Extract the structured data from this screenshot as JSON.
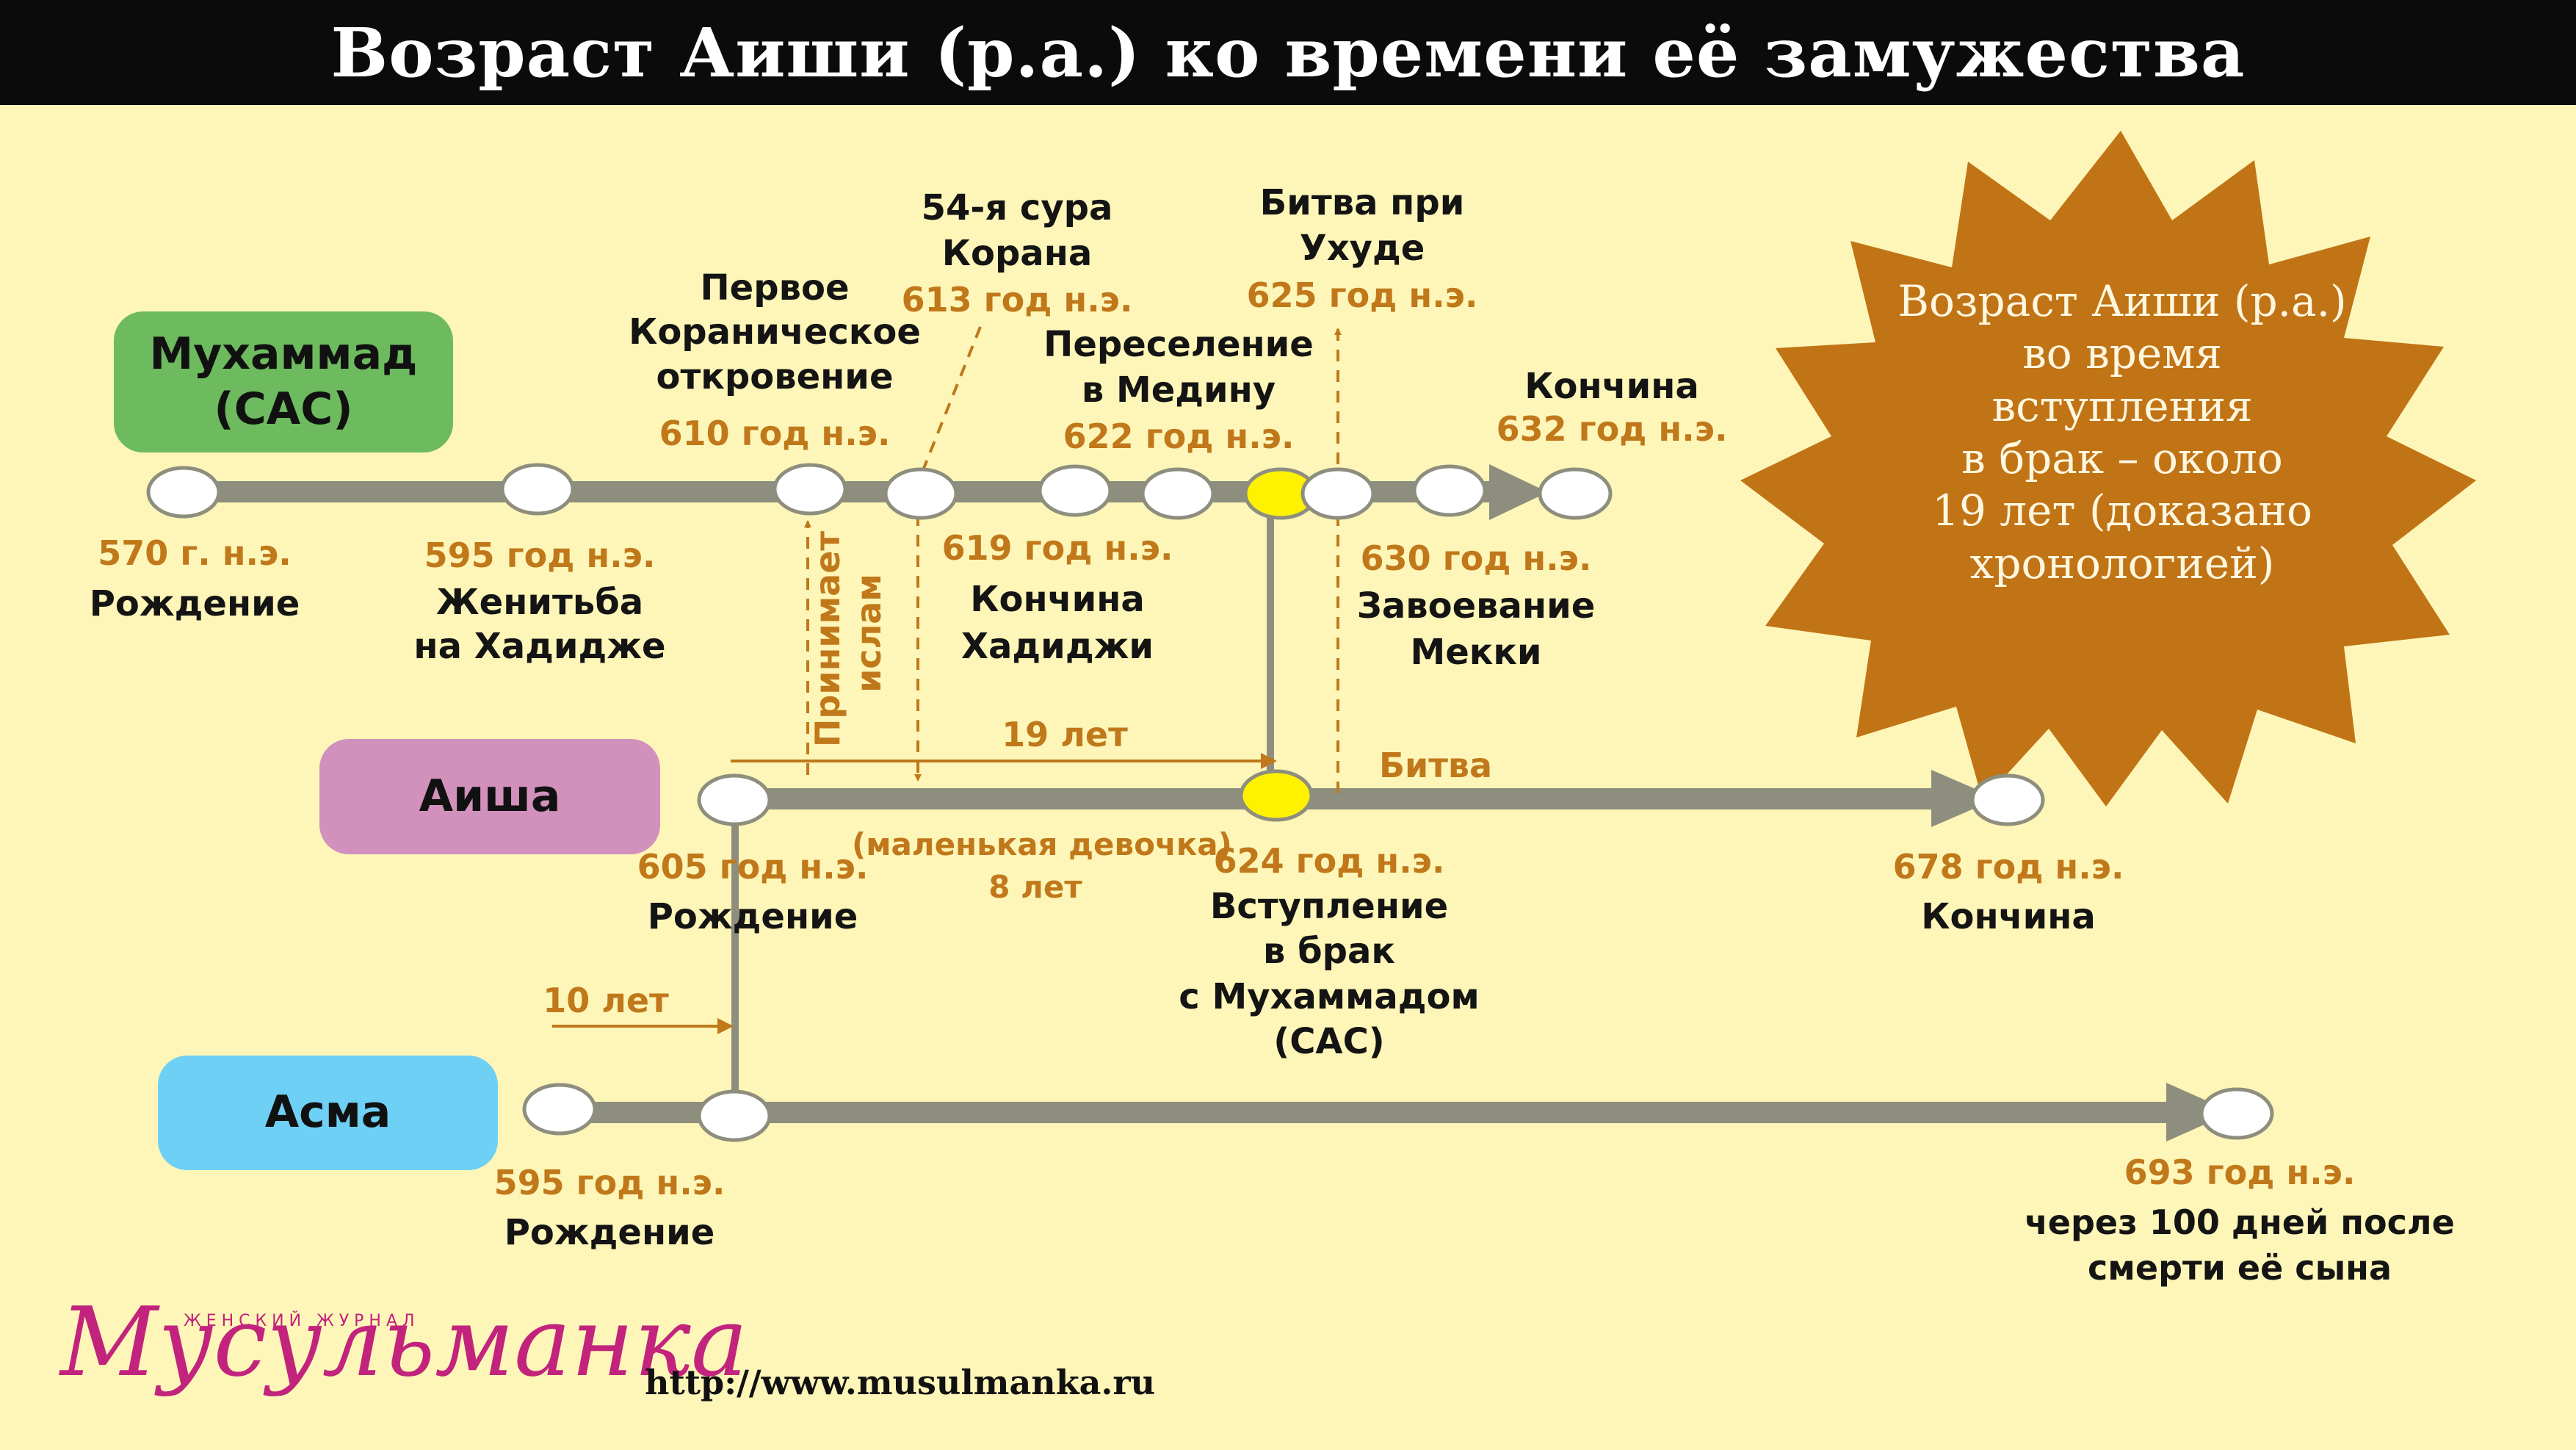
{
  "title": "Возраст Аиши (р.а.) ко времени её замужества",
  "colors": {
    "background": "#fdf6b8",
    "title_bar": "#0b0b0b",
    "timeline": "#8e8e7e",
    "year_text": "#c0781a",
    "highlight_node": "#fff200",
    "muhammad_box": "#6dbb5e",
    "aisha_box": "#d291bc",
    "asma_box": "#6fd0f5",
    "badge": "#c17416",
    "logo": "#c2237d"
  },
  "rows": {
    "muhammad": "Мухаммад\n(САС)",
    "aisha": "Аиша",
    "asma": "Асма"
  },
  "muhammad_events": {
    "birth_year": "570 г. н.э.",
    "birth_label": "Рождение",
    "marriage_khadija_year": "595 год н.э.",
    "marriage_khadija_label": "Женитьба\nна Хадидже",
    "revelation_label": "Первое\nКораническое\nоткровение",
    "revelation_year": "610 год н.э.",
    "sura_label": "54-я сура\nКорана",
    "sura_year": "613 год н.э.",
    "khadija_death_year": "619 год н.э.",
    "khadija_death_label": "Кончина\nХадиджи",
    "hijra_label": "Переселение\nв Медину",
    "hijra_year": "622 год н.э.",
    "uhud_label": "Битва при\nУхуде",
    "uhud_year": "625 год н.э.",
    "mecca_year": "630 год н.э.",
    "mecca_label": "Завоевание\nМекки",
    "death_label": "Кончина",
    "death_year": "632 год н.э."
  },
  "aisha_events": {
    "accepts_islam": "Принимает\nислам",
    "age_span": "19 лет",
    "battle": "Битва",
    "birth_year": "605 год н.э.",
    "birth_label": "Рождение",
    "little_girl": "(маленькая девочка)",
    "little_girl_age": "8 лет",
    "marriage_year": "624 год н.э.",
    "marriage_label": "Вступление\nв брак\nс Мухаммадом\n(САС)",
    "death_year": "678 год н.э.",
    "death_label": "Кончина"
  },
  "asma_events": {
    "age_diff": "10 лет",
    "birth_year": "595 год н.э.",
    "birth_label": "Рождение",
    "death_year": "693 год н.э.",
    "death_label": "через 100 дней после\nсмерти её сына"
  },
  "badge": {
    "text": "Возраст Аиши (р.а.)\nво время\nвступления\nв брак – около\n19 лет (доказано\nхронологией)"
  },
  "logo": {
    "name": "Мусульманка",
    "subtitle": "ЖЕНСКИЙ ЖУРНАЛ"
  },
  "website": "http://www.musulmanka.ru"
}
